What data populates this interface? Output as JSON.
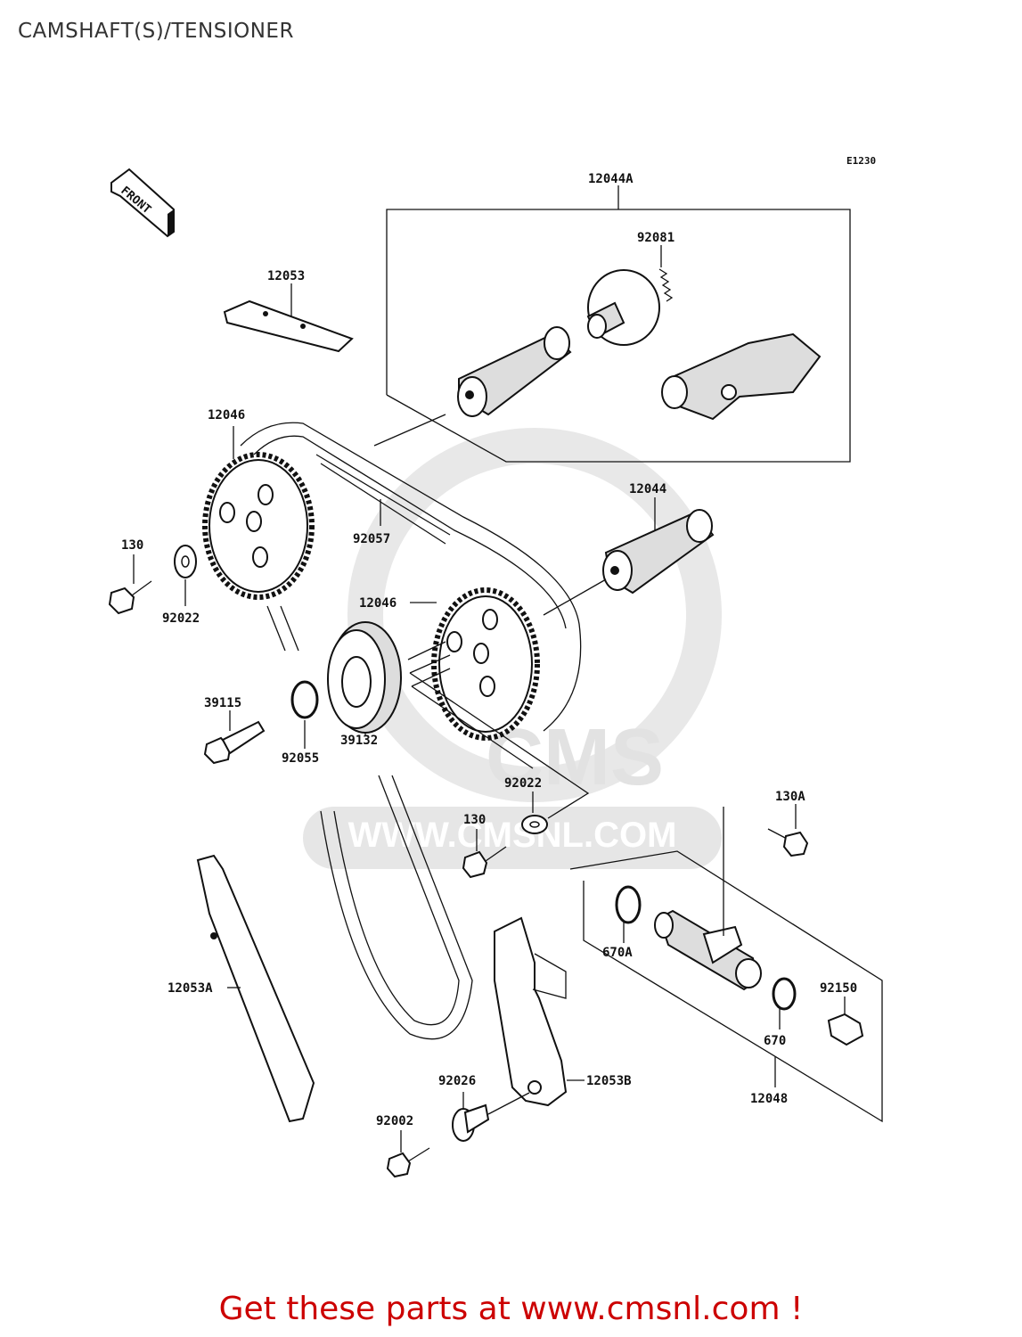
{
  "page": {
    "title": "CAMSHAFT(S)/TENSIONER",
    "diagram_code": "E1230",
    "front_label": "FRONT",
    "footer": "Get these parts at www.cmsnl.com !"
  },
  "watermark": {
    "logo_text": "CMS",
    "url_text": "WWW.CMSNL.COM"
  },
  "parts": {
    "p12044A": "12044A",
    "p92081": "92081",
    "p12053": "12053",
    "p12046_top": "12046",
    "p92057": "92057",
    "p12044": "12044",
    "p130_left": "130",
    "p92022_left": "92022",
    "p12046_mid": "12046",
    "p39115": "39115",
    "p92055": "92055",
    "p39132": "39132",
    "p92022_mid": "92022",
    "p130_mid": "130",
    "p130A": "130A",
    "p12053A": "12053A",
    "p670A": "670A",
    "p92150": "92150",
    "p670": "670",
    "p12048": "12048",
    "p92026": "92026",
    "p12053B": "12053B",
    "p92002": "92002"
  }
}
